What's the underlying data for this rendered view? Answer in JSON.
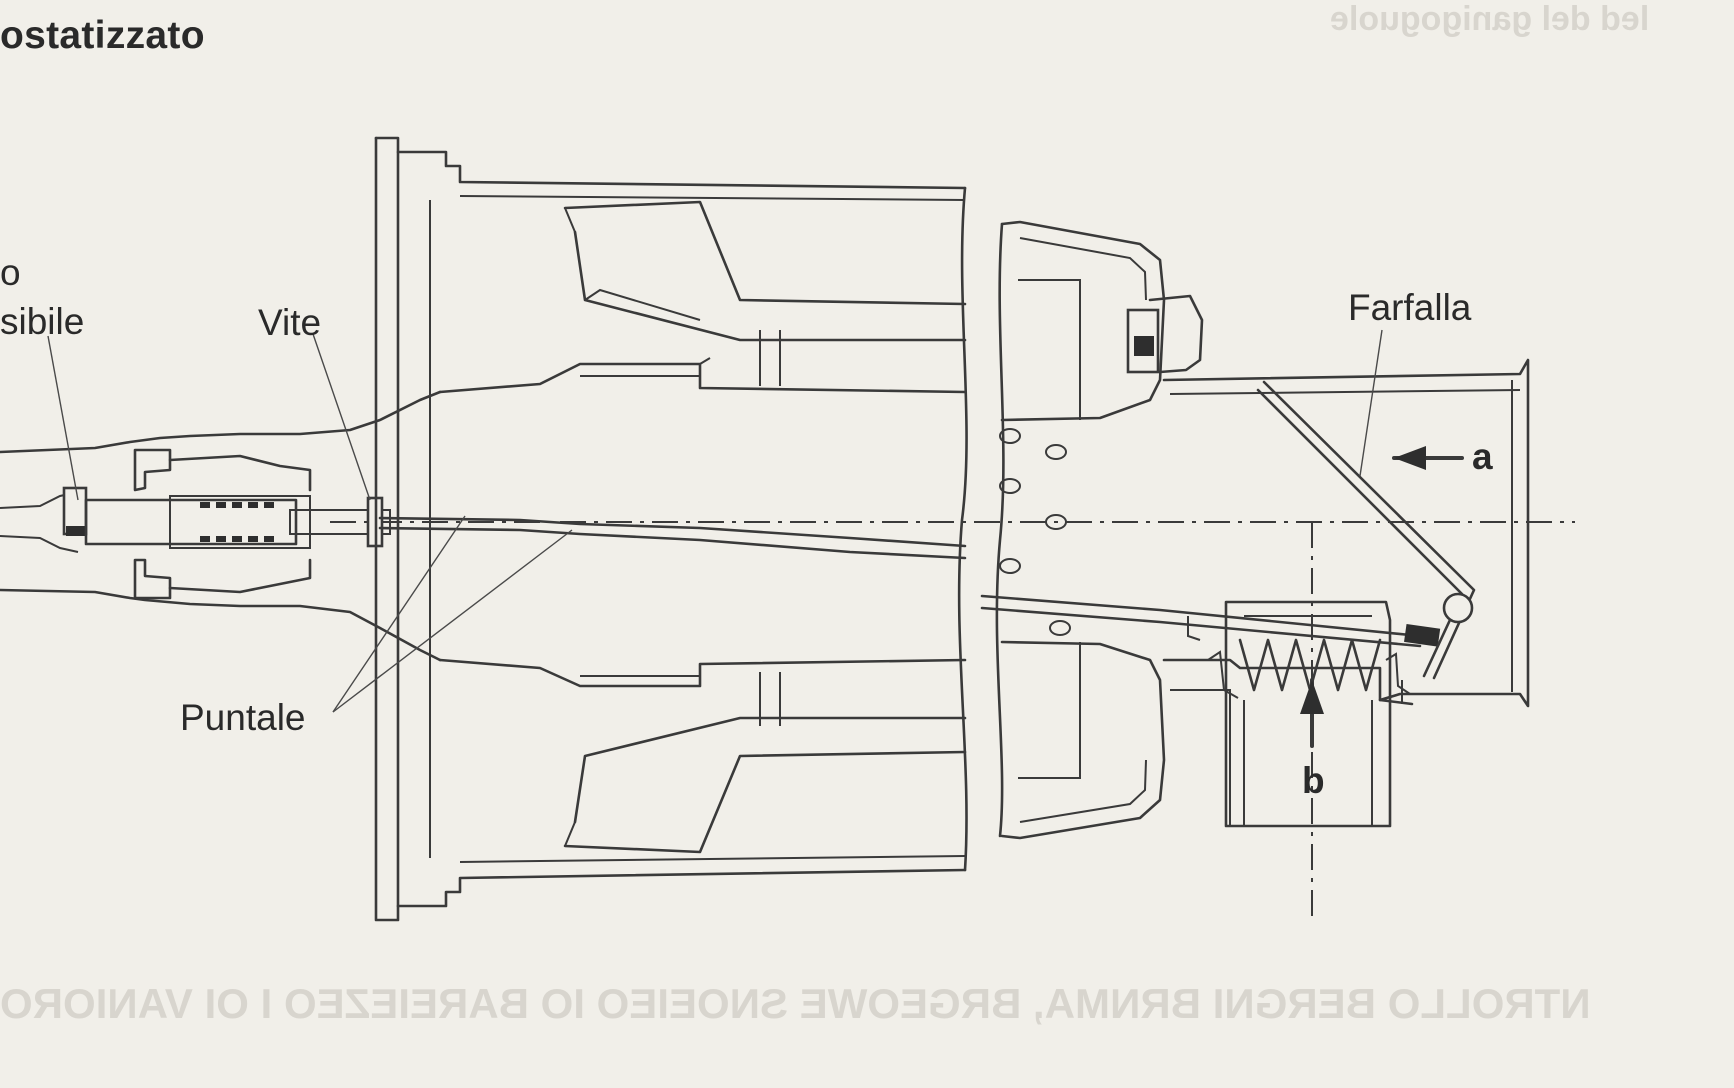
{
  "title": "ostatizzato",
  "labels": {
    "top_left_fragment": "o",
    "flessibile_fragment": "sibile",
    "vite": "Vite",
    "puntale": "Puntale",
    "farfalla": "Farfalla",
    "arrow_a": "a",
    "arrow_b": "b"
  },
  "bleed_through_text": {
    "top_right": "led del ganigoguole",
    "bottom": "NTROLLO BERGNI BRNMA, BRGEOWE SNOEIEO IO BAREIEZEO I OI VANIORO"
  }
}
